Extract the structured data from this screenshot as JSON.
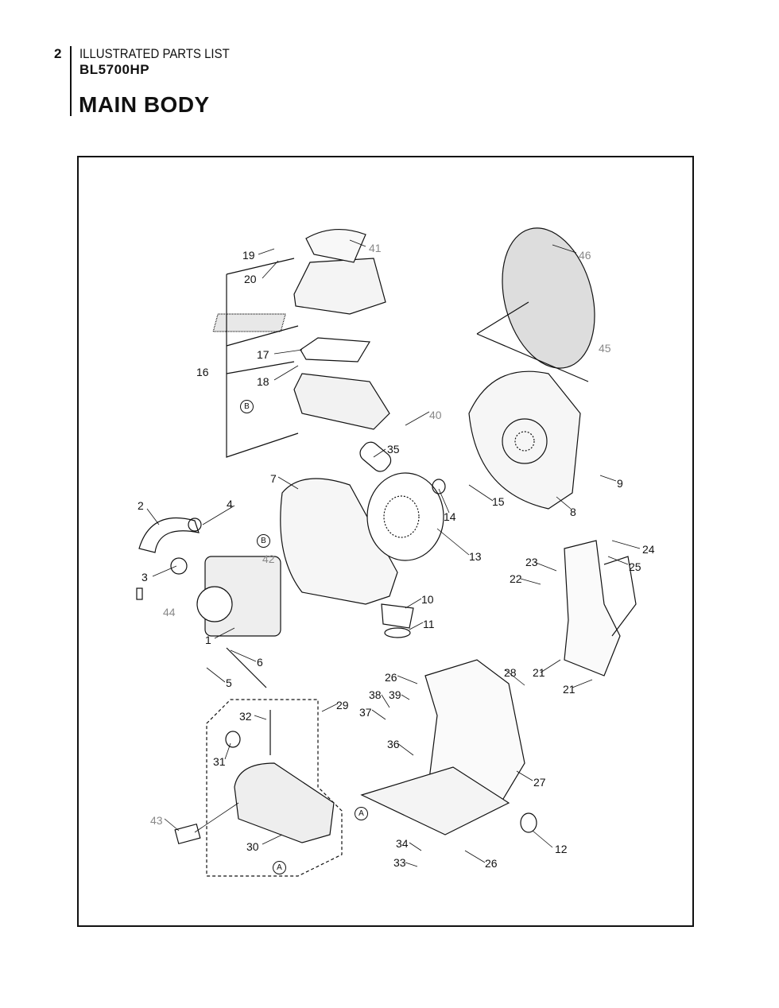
{
  "header": {
    "page_number": "2",
    "section": "ILLUSTRATED PARTS LIST",
    "model": "BL5700HP",
    "title": "MAIN BODY"
  },
  "callouts": {
    "c19": "19",
    "c41": "41",
    "c46": "46",
    "c20": "20",
    "c45": "45",
    "c17": "17",
    "c16": "16",
    "c18": "18",
    "c40": "40",
    "c35": "35",
    "c7": "7",
    "c2": "2",
    "c4": "4",
    "c15": "15",
    "c9": "9",
    "c8": "8",
    "c14": "14",
    "c42": "42",
    "c13": "13",
    "c24": "24",
    "c25": "25",
    "c3": "3",
    "c23": "23",
    "c22": "22",
    "c44": "44",
    "c10": "10",
    "c11": "11",
    "c1": "1",
    "c6": "6",
    "c28": "28",
    "c21a": "21",
    "c26a": "26",
    "c5": "5",
    "c21b": "21",
    "c38": "38",
    "c39": "39",
    "c29": "29",
    "c37": "37",
    "c32": "32",
    "c36": "36",
    "c31": "31",
    "c27": "27",
    "c43": "43",
    "c30": "30",
    "c34": "34",
    "c12": "12",
    "c33": "33",
    "c26b": "26"
  },
  "refs": {
    "b1": "B",
    "b2": "B",
    "a1": "A",
    "a2": "A"
  }
}
